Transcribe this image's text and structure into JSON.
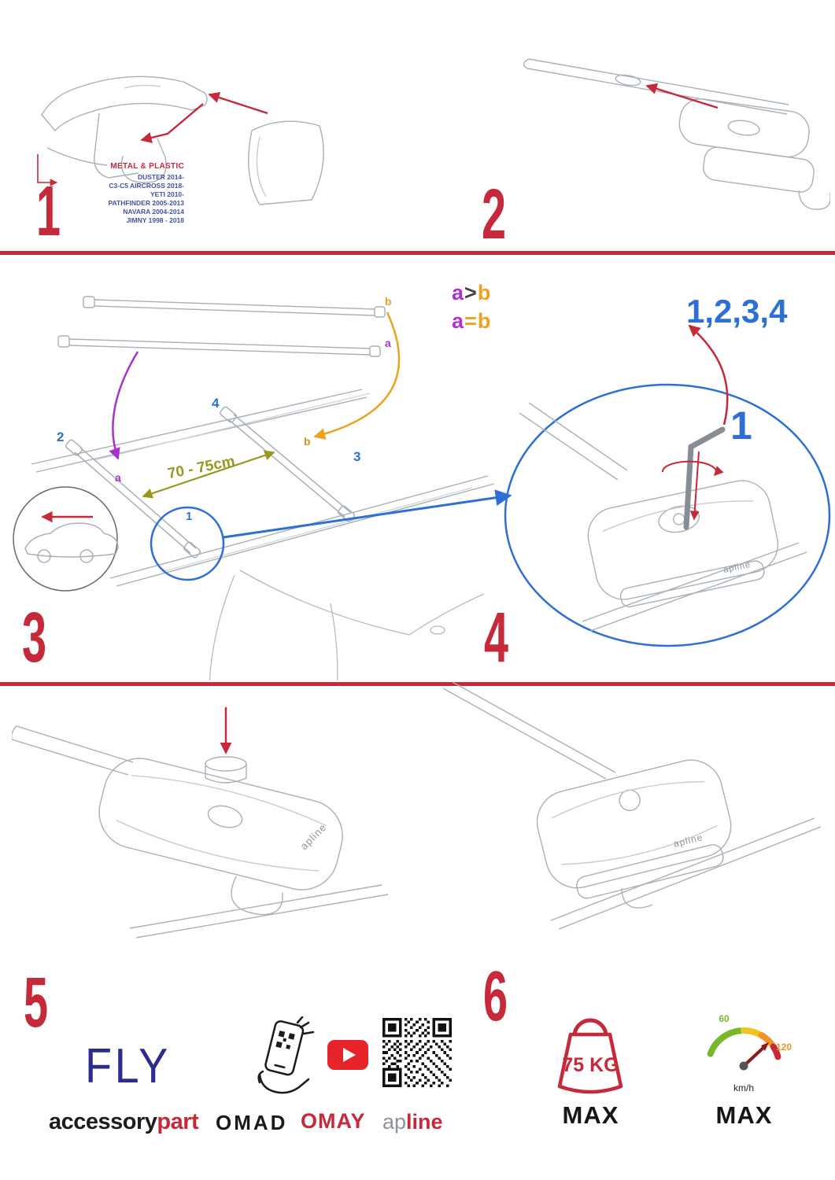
{
  "steps": {
    "s1": {
      "number": "1",
      "material_label": "METAL & PLASTIC",
      "vehicles": [
        "DUSTER 2014-",
        "C3-C5 AIRCROSS 2018-",
        "YETI 2010-",
        "PATHFINDER 2005-2013",
        "NAVARA 2004-2014",
        "JIMNY 1998 - 2018"
      ]
    },
    "s2": {
      "number": "2"
    },
    "s3": {
      "number": "3",
      "compare_line1": {
        "left": "a",
        "op": ">",
        "right": "b"
      },
      "compare_line2": {
        "left": "a",
        "op": "=",
        "right": "b"
      },
      "distance_label": "70 - 75cm",
      "labels": {
        "foot1": "1",
        "foot2": "2",
        "foot3": "3",
        "foot4": "4",
        "bar_a": "a",
        "bar_b": "b",
        "roof_a": "a",
        "roof_b": "b"
      }
    },
    "s4": {
      "number": "4",
      "sequence_label": "1,2,3,4",
      "callout": "1",
      "brand_on_part": "apline"
    },
    "s5": {
      "number": "5",
      "brand_on_part": "apline"
    },
    "s6": {
      "number": "6",
      "brand_on_part": "apline"
    }
  },
  "footer": {
    "product_name": "FLY",
    "brand_line": {
      "primary": "accessory",
      "accent": "part"
    },
    "partner_logos": {
      "omad": "OMAD",
      "omay": "OMAY",
      "apline_prefix": "ap",
      "apline_suffix": "line"
    },
    "icons": [
      "phone-scan-icon",
      "youtube-icon",
      "qr-code"
    ],
    "weight_limit": {
      "value": "75 KG",
      "label": "MAX"
    },
    "speed_limit": {
      "tick_low": "60",
      "tick_high": "120",
      "unit": "km/h",
      "label": "MAX"
    }
  },
  "colors": {
    "red": "#c5293a",
    "blue": "#2e6fd6",
    "purple": "#a832d0",
    "orange": "#eba31f",
    "olive": "#97981f",
    "navy": "#2c2c8c",
    "linework": "#a9b0b8"
  }
}
